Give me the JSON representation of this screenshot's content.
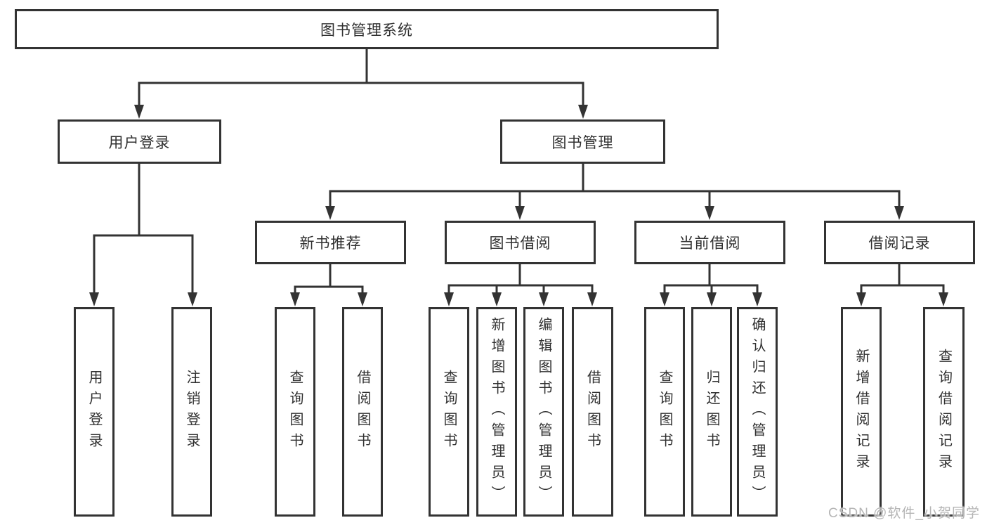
{
  "diagram_type": "hierarchy-tree",
  "colors": {
    "line": "#333333",
    "border": "#333333",
    "text": "#303030",
    "background": "#ffffff",
    "watermark": "#b5b5b5"
  },
  "watermark": "CSDN @软件_小贺同学",
  "tree": {
    "label": "图书管理系统",
    "children": [
      {
        "label": "用户登录",
        "children": [
          {
            "label": "用户登录"
          },
          {
            "label": "注销登录"
          }
        ]
      },
      {
        "label": "图书管理",
        "children": [
          {
            "label": "新书推荐",
            "children": [
              {
                "label": "查询图书"
              },
              {
                "label": "借阅图书"
              }
            ]
          },
          {
            "label": "图书借阅",
            "children": [
              {
                "label": "查询图书"
              },
              {
                "label": "新增图书（管理员）"
              },
              {
                "label": "编辑图书（管理员）"
              },
              {
                "label": "借阅图书"
              }
            ]
          },
          {
            "label": "当前借阅",
            "children": [
              {
                "label": "查询图书"
              },
              {
                "label": "归还图书"
              },
              {
                "label": "确认归还（管理员）"
              }
            ]
          },
          {
            "label": "借阅记录",
            "children": [
              {
                "label": "新增借阅记录"
              },
              {
                "label": "查询借阅记录"
              }
            ]
          }
        ]
      }
    ]
  }
}
